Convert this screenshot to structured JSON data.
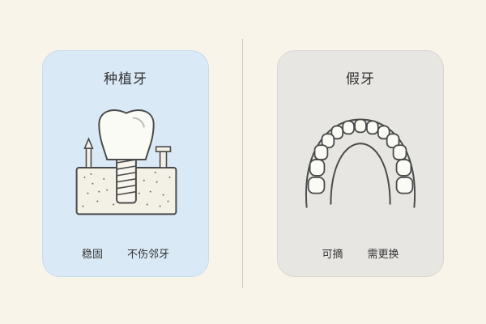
{
  "implant": {
    "title": "种植牙",
    "notes": [
      "稳固",
      "不伤邻牙"
    ]
  },
  "denture": {
    "title": "假牙",
    "notes": [
      "可摘",
      "需更换"
    ]
  },
  "colors": {
    "implant_card": "#d9e9f6",
    "denture_card": "#e7e6e3",
    "background": "#f8f4ea",
    "line": "#4a4a4a"
  },
  "icons": [
    "implant-tooth-icon",
    "denture-arch-icon"
  ]
}
